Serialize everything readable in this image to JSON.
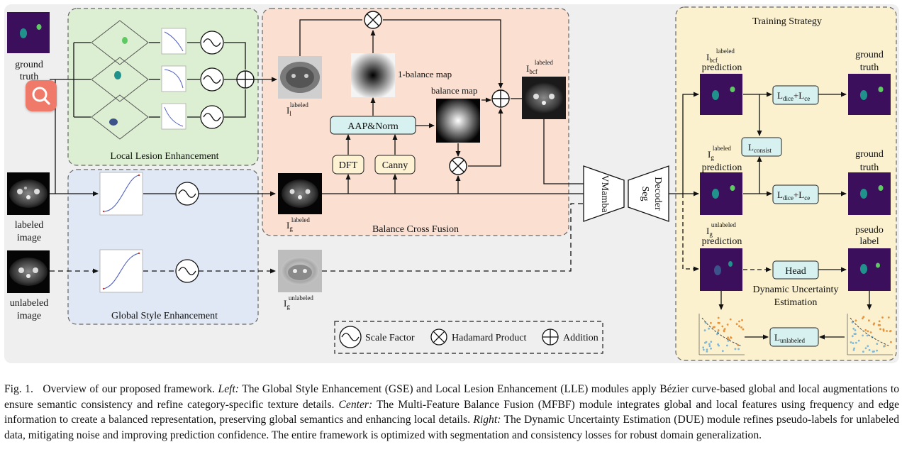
{
  "inputs": {
    "ground_truth": [
      "ground",
      "truth"
    ],
    "labeled_image": [
      "labeled",
      "image"
    ],
    "unlabeled_image": [
      "unlabeled",
      "image"
    ]
  },
  "modules": {
    "lle": "Local Lesion Enhancement",
    "gse": "Global Style Enhancement",
    "bcf": "Balance Cross Fusion",
    "training": "Training Strategy"
  },
  "fusion": {
    "aap_norm": "AAP&Norm",
    "dft": "DFT",
    "canny": "Canny",
    "one_minus_balance": "1-balance map",
    "balance": "balance map"
  },
  "image_labels": {
    "il": {
      "base": "I",
      "sub": "l",
      "sup": "labeled"
    },
    "ig": {
      "base": "I",
      "sub": "g",
      "sup": "labeled"
    },
    "ig_un": {
      "base": "I",
      "sub": "g",
      "sup": "unlabeled"
    },
    "ibcf": {
      "base": "I",
      "sub": "bcf",
      "sup": "labeled"
    }
  },
  "network": {
    "encoder": "VMamba",
    "decoder_line1": "Seg",
    "decoder_line2": "Decoder"
  },
  "training": {
    "pred1": {
      "sub": "bcf",
      "sup": "labeled",
      "line2": "prediction"
    },
    "pred2": {
      "sub": "g",
      "sup": "labeled",
      "line2": "prediction"
    },
    "pred3": {
      "sub": "g",
      "sup": "unlabeled",
      "line2": "prediction"
    },
    "gt": [
      "ground",
      "truth"
    ],
    "pseudo": [
      "pseudo",
      "label"
    ],
    "loss_main": "L",
    "loss_dice_sub": "dice",
    "loss_plus": "+L",
    "loss_ce_sub": "ce",
    "consist_sub": "consist",
    "unlabeled_sub": "unlabeled",
    "head": "Head",
    "due": [
      "Dynamic Uncertainty",
      "Estimation"
    ]
  },
  "legend": {
    "scale": "Scale Factor",
    "hadamard": "Hadamard Product",
    "addition": "Addition"
  },
  "caption": {
    "fig": "Fig. 1.",
    "intro": "Overview of our proposed framework.",
    "left_label": "Left:",
    "left_text": "The Global Style Enhancement (GSE) and Local Lesion Enhancement (LLE) modules apply Bézier curve-based global and local augmentations to ensure semantic consistency and refine category-specific texture details.",
    "center_label": "Center:",
    "center_text": "The Multi-Feature Balance Fusion (MFBF) module integrates global and local features using frequency and edge information to create a balanced representation, preserving global semantics and enhancing local details.",
    "right_label": "Right:",
    "right_text": "The Dynamic Uncertainty Estimation (DUE) module refines pseudo-labels for unlabeled data, mitigating noise and improving prediction confidence. The entire framework is optimized with segmentation and consistency losses for robust domain generalization."
  },
  "colors": {
    "panel_bg": "#efefef",
    "lle_bg": "#dcefd2",
    "gse_bg": "#e0e8f5",
    "bcf_bg": "#fbe0d2",
    "train_bg": "#fbf1cf",
    "box_cyan": "#d6f1f0",
    "box_yellow": "#fdf3d3",
    "mask_purple": "#3b0f5c",
    "search_red": "#f07a6a"
  }
}
